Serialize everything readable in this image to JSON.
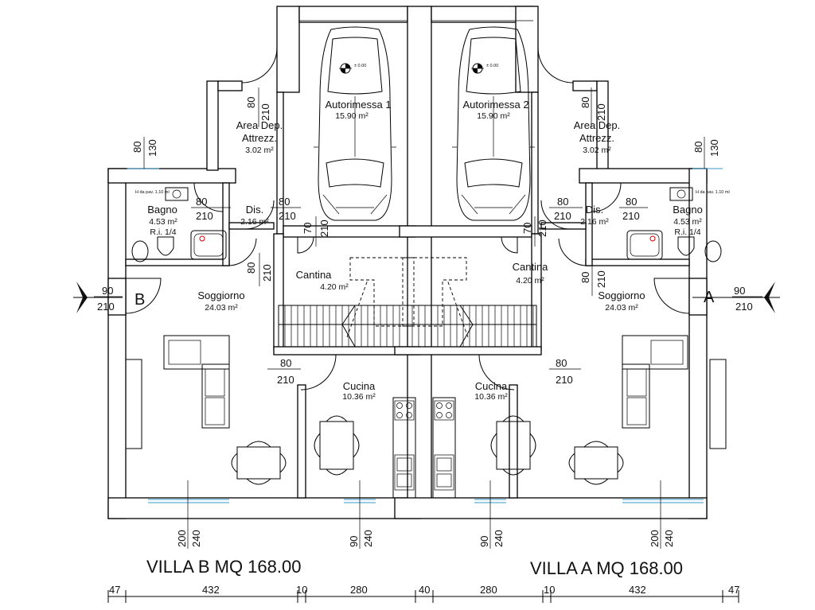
{
  "villa_b": {
    "title": "VILLA B MQ 168.00",
    "entrance_letter": "B",
    "rooms": {
      "area_dep_line1": "Area Dep.",
      "area_dep_line2": "Attrezz.",
      "area_dep_area": "3.02 m²",
      "autorimessa": "Autorimessa 1",
      "autorimessa_area": "15.90 m²",
      "bagno": "Bagno",
      "bagno_area": "4.53 m²",
      "bagno_ri": "R.i. 1/4",
      "dis": "Dis.",
      "dis_area": "2.16 m²",
      "cantina": "Cantina",
      "cantina_area": "4.20 m²",
      "soggiorno": "Soggiorno",
      "soggiorno_area": "24.03 m²",
      "cucina": "Cucina",
      "cucina_area": "10.36 m²"
    },
    "level": "± 0.00",
    "window_note": "H da pav. 1.10 ml"
  },
  "villa_a": {
    "title": "VILLA A MQ 168.00",
    "entrance_letter": "A",
    "rooms": {
      "area_dep_line1": "Area Dep.",
      "area_dep_line2": "Attrezz.",
      "area_dep_area": "3.02 m²",
      "autorimessa": "Autorimessa 2",
      "autorimessa_area": "15.90 m²",
      "bagno": "Bagno",
      "bagno_area": "4.53 m²",
      "bagno_ri": "R.i. 1/4",
      "dis": "Dis.",
      "dis_area": "2.16 m²",
      "cantina": "Cantina",
      "cantina_area": "4.20 m²",
      "soggiorno": "Soggiorno",
      "soggiorno_area": "24.03 m²",
      "cucina": "Cucina",
      "cucina_area": "10.36 m²"
    },
    "level": "± 0.00",
    "window_note": "H da pav. 1.10 ml"
  },
  "openings": {
    "w80": "80",
    "h210": "210",
    "w90": "90",
    "h130": "130",
    "w70": "70",
    "w200": "200",
    "h240": "240"
  },
  "bottom_dims": {
    "d1": "47",
    "d2": "432",
    "d3": "10",
    "d4": "280",
    "d5": "40",
    "d6": "280",
    "d7": "10",
    "d8": "432",
    "d9": "47"
  }
}
